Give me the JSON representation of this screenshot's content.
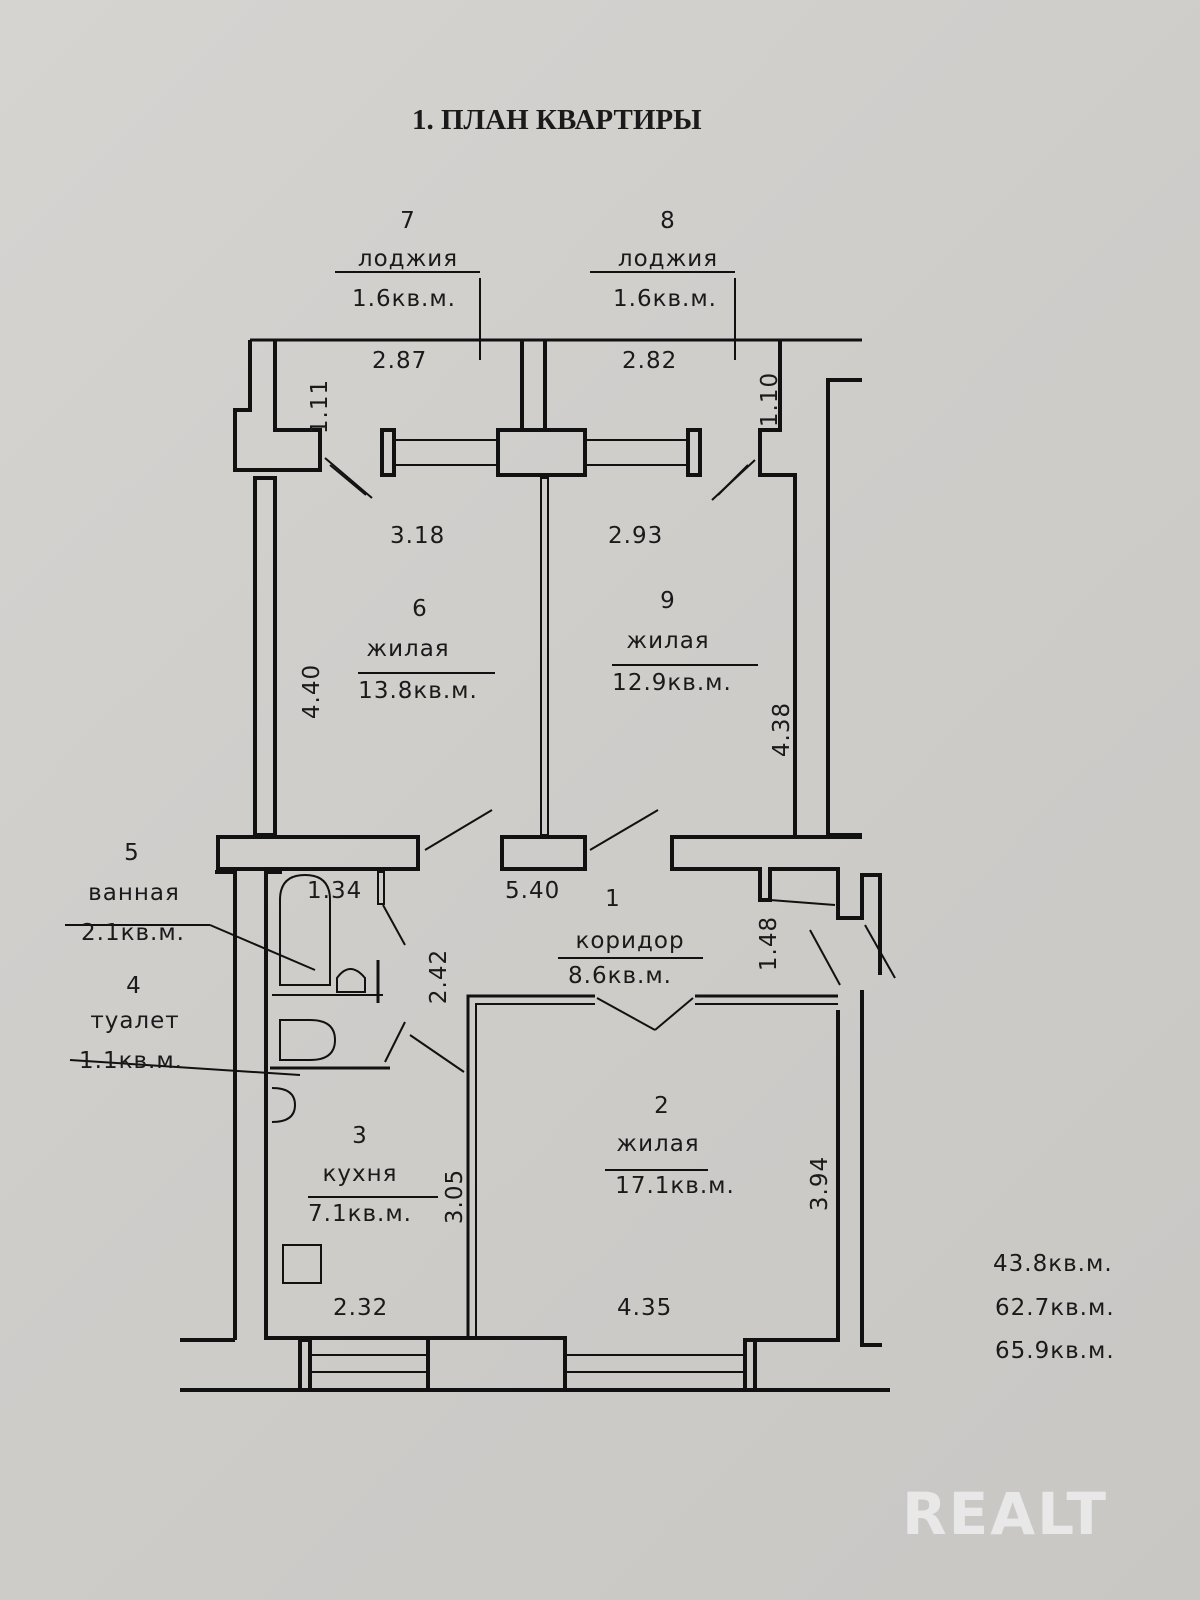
{
  "title": "1. ПЛАН КВАРТИРЫ",
  "rooms": [
    {
      "num": "7",
      "name": "лоджия",
      "area": "1.6кв.м."
    },
    {
      "num": "8",
      "name": "лоджия",
      "area": "1.6кв.м."
    },
    {
      "num": "6",
      "name": "жилая",
      "area": "13.8кв.м."
    },
    {
      "num": "9",
      "name": "жилая",
      "area": "12.9кв.м."
    },
    {
      "num": "5",
      "name": "ванная",
      "area": "2.1кв.м."
    },
    {
      "num": "4",
      "name": "туалет",
      "area": "1.1кв.м."
    },
    {
      "num": "1",
      "name": "коридор",
      "area": "8.6кв.м."
    },
    {
      "num": "3",
      "name": "кухня",
      "area": "7.1кв.м."
    },
    {
      "num": "2",
      "name": "жилая",
      "area": "17.1кв.м."
    }
  ],
  "dimensions": {
    "loggia7_width": "2.87",
    "loggia8_width": "2.82",
    "loggia7_depth": "1.11",
    "loggia8_depth": "1.10",
    "room6_width": "3.18",
    "room9_width": "2.93",
    "room6_length": "4.40",
    "room9_length": "4.38",
    "bath_width": "1.34",
    "bath_length": "2.42",
    "corridor_length": "5.40",
    "corridor_width": "1.48",
    "kitchen_length": "3.05",
    "kitchen_width": "2.32",
    "room2_width": "4.35",
    "room2_length": "3.94"
  },
  "totals": [
    "43.8кв.м.",
    "62.7кв.м.",
    "65.9кв.м."
  ],
  "watermark": "REALT"
}
